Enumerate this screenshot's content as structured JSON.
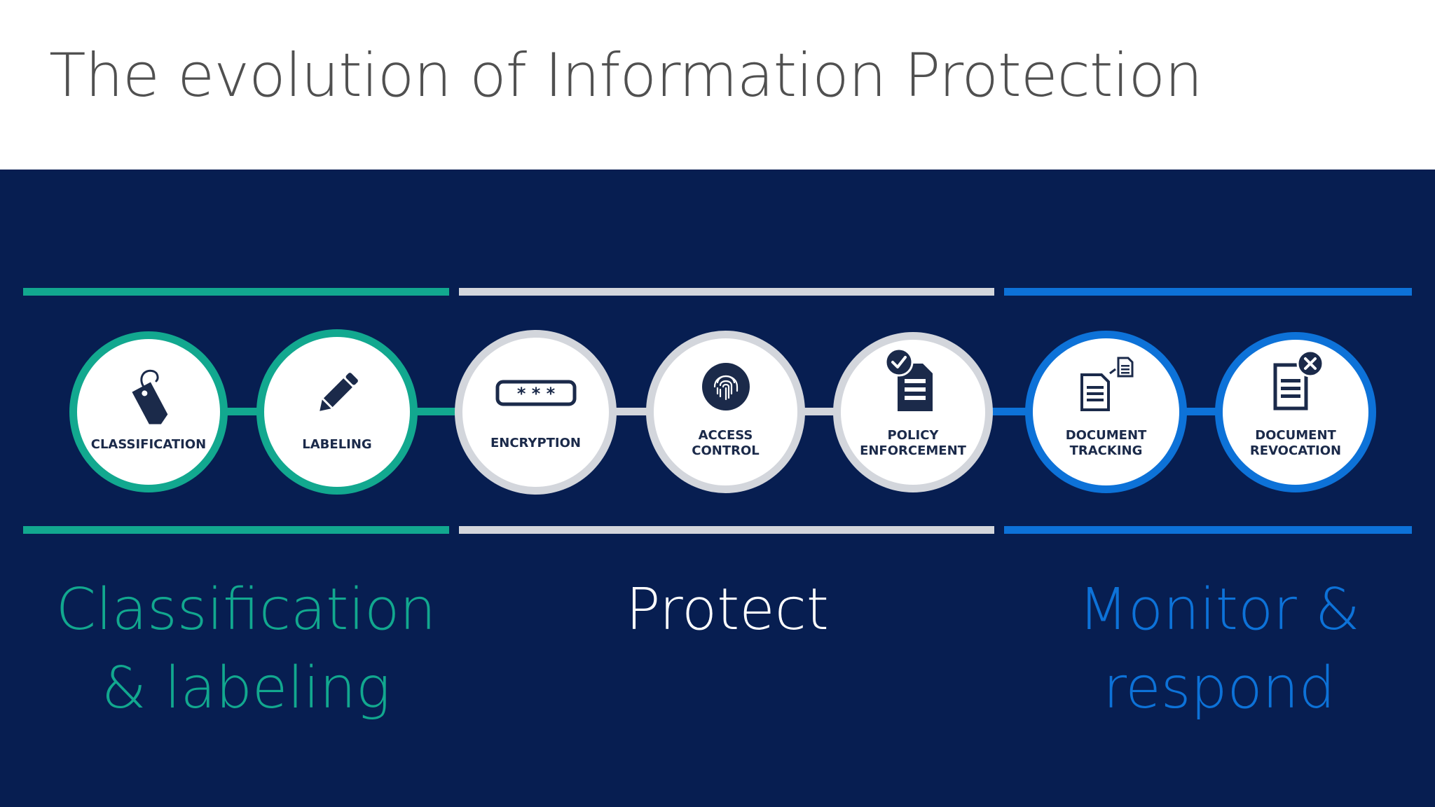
{
  "slide": {
    "title": "The evolution of Information Protection"
  },
  "colors": {
    "background_panel": "#071e51",
    "classification_teal": "#12a88f",
    "protect_gray": "#d3d6dc",
    "monitor_blue": "#0d72d8"
  },
  "steps": [
    {
      "label": "CLASSIFICATION",
      "icon": "tag-icon",
      "phase": "classification"
    },
    {
      "label": "LABELING",
      "icon": "pencil-icon",
      "phase": "classification"
    },
    {
      "label": "ENCRYPTION",
      "icon": "password-field-icon",
      "phase": "protect"
    },
    {
      "label": "ACCESS\nCONTROL",
      "icon": "fingerprint-icon",
      "phase": "protect"
    },
    {
      "label": "POLICY\nENFORCEMENT",
      "icon": "checked-document-icon",
      "phase": "protect"
    },
    {
      "label": "DOCUMENT\nTRACKING",
      "icon": "tracked-document-icon",
      "phase": "monitor"
    },
    {
      "label": "DOCUMENT\nREVOCATION",
      "icon": "revoked-document-icon",
      "phase": "monitor"
    }
  ],
  "phases": {
    "classification": "Classification\n& labeling",
    "protect": "Protect",
    "monitor": "Monitor &\nrespond"
  }
}
